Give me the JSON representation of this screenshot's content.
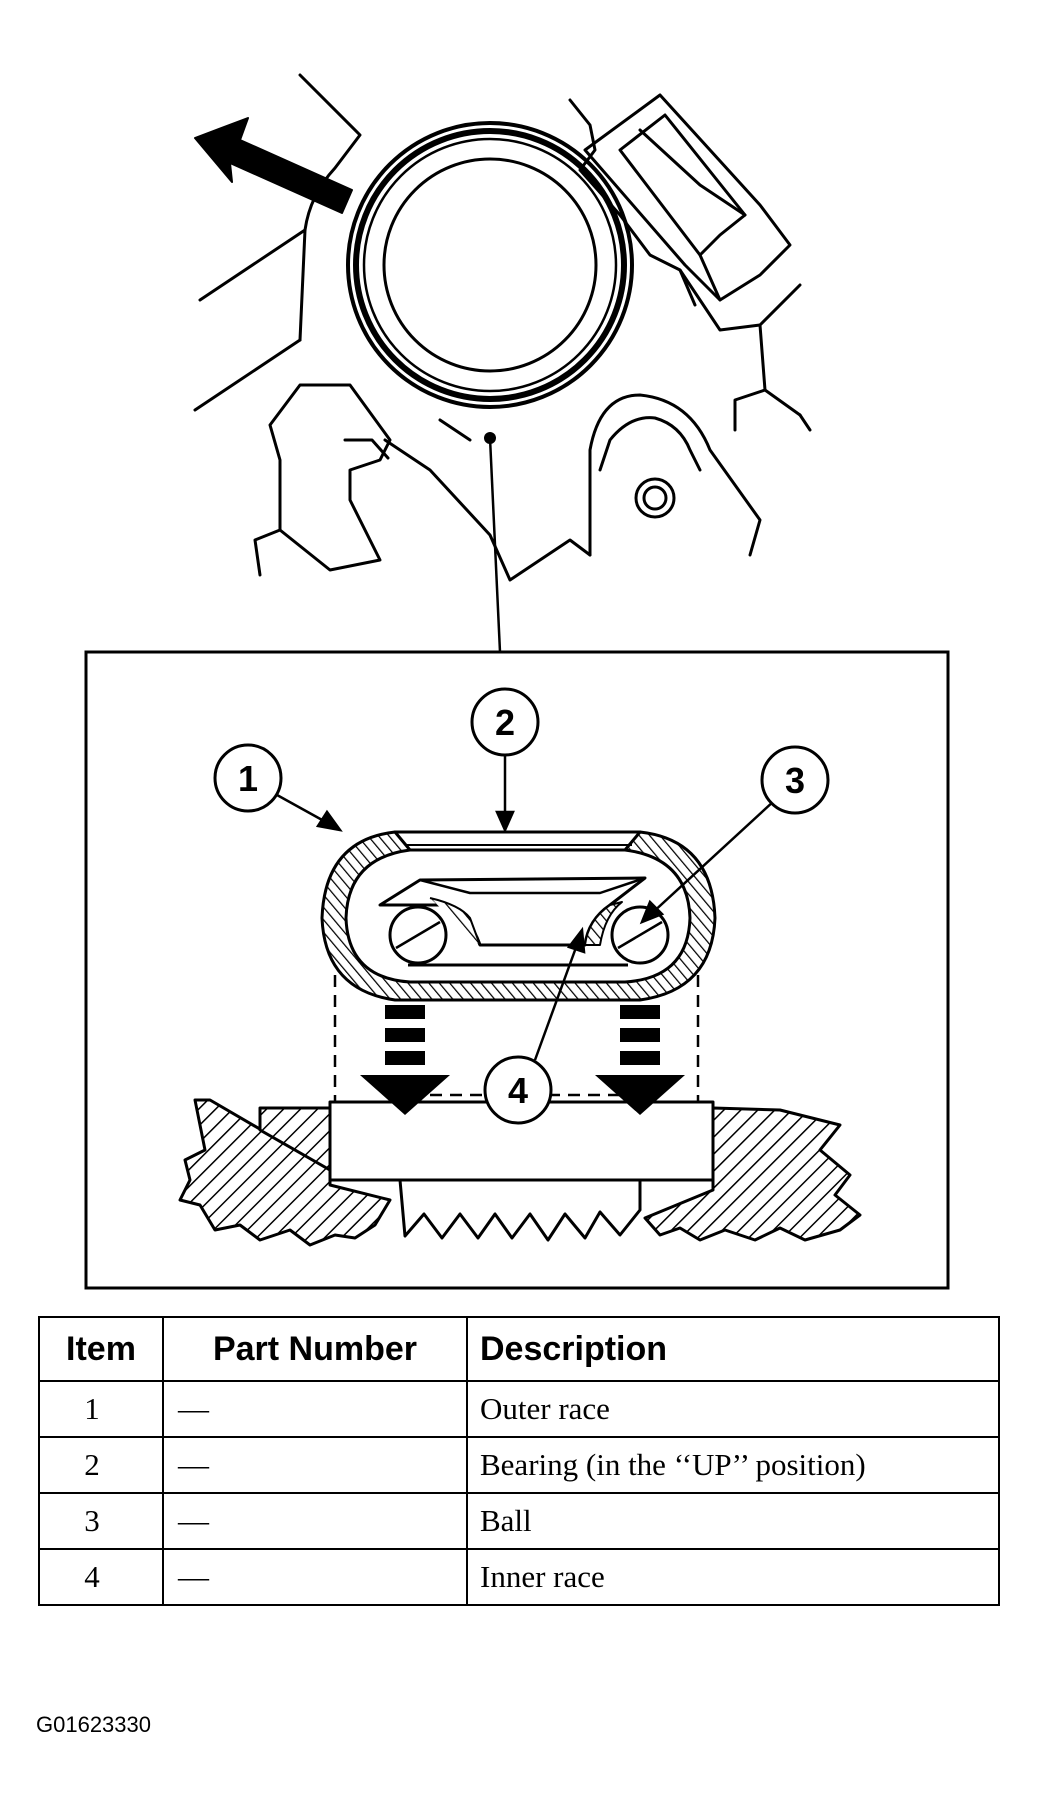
{
  "callouts": [
    "1",
    "2",
    "3",
    "4"
  ],
  "table": {
    "headers": [
      "Item",
      "Part Number",
      "Description"
    ],
    "rows": [
      {
        "item": "1",
        "part": "—",
        "description": "Outer race"
      },
      {
        "item": "2",
        "part": "—",
        "description": "Bearing (in the ‘‘UP’’ position)"
      },
      {
        "item": "3",
        "part": "—",
        "description": "Ball"
      },
      {
        "item": "4",
        "part": "—",
        "description": "Inner race"
      }
    ]
  },
  "figure_code": "G01623330"
}
